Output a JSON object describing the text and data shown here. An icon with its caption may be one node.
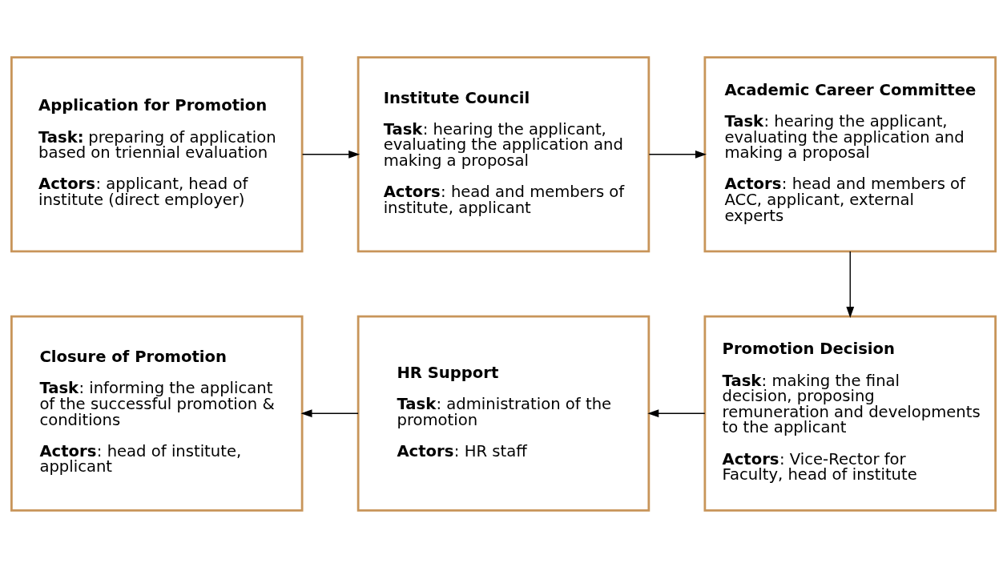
{
  "diagram": {
    "nodes": [
      {
        "text": [
          "Application for Promotion",
          "**Task:** preparing of application based on triennial evaluation",
          "**Actors**: applicant, head of institute (direct employer)"
        ]
      },
      {
        "text": [
          "Institute Council",
          "**Task**: hearing the applicant, evaluating the application and making a proposal",
          "**Actors**: head and members of institute, applicant"
        ]
      },
      {
        "text": [
          "Academic Career Committee",
          "**Task**: hearing the applicant, evaluating the application and making a proposal",
          "**Actors**: head and members of ACC, applicant, external experts"
        ]
      },
      {
        "text": [
          "Closure of Promotion",
          "**Task**: informing the applicant of the successful promotion & conditions",
          "**Actors**: head of institute, applicant"
        ]
      },
      {
        "text": [
          "HR Support",
          "**Task**: administration of the promotion",
          "**Actors**: HR staff"
        ]
      },
      {
        "text": [
          "Promotion Decision",
          "**Task**: making the final decision, proposing remuneration and developments to the applicant",
          "**Actors**: Vice-Rector for Faculty, head of institute"
        ]
      }
    ],
    "edges": [
      {
        "from": 0,
        "to": 1,
        "arrow": "to"
      },
      {
        "from": 1,
        "to": 2,
        "arrow": "to"
      },
      {
        "from": 2,
        "to": 5,
        "arrow": "to"
      },
      {
        "from": 5,
        "to": 4,
        "arrow": "to"
      },
      {
        "from": 4,
        "to": 3,
        "arrow": "to"
      }
    ]
  }
}
